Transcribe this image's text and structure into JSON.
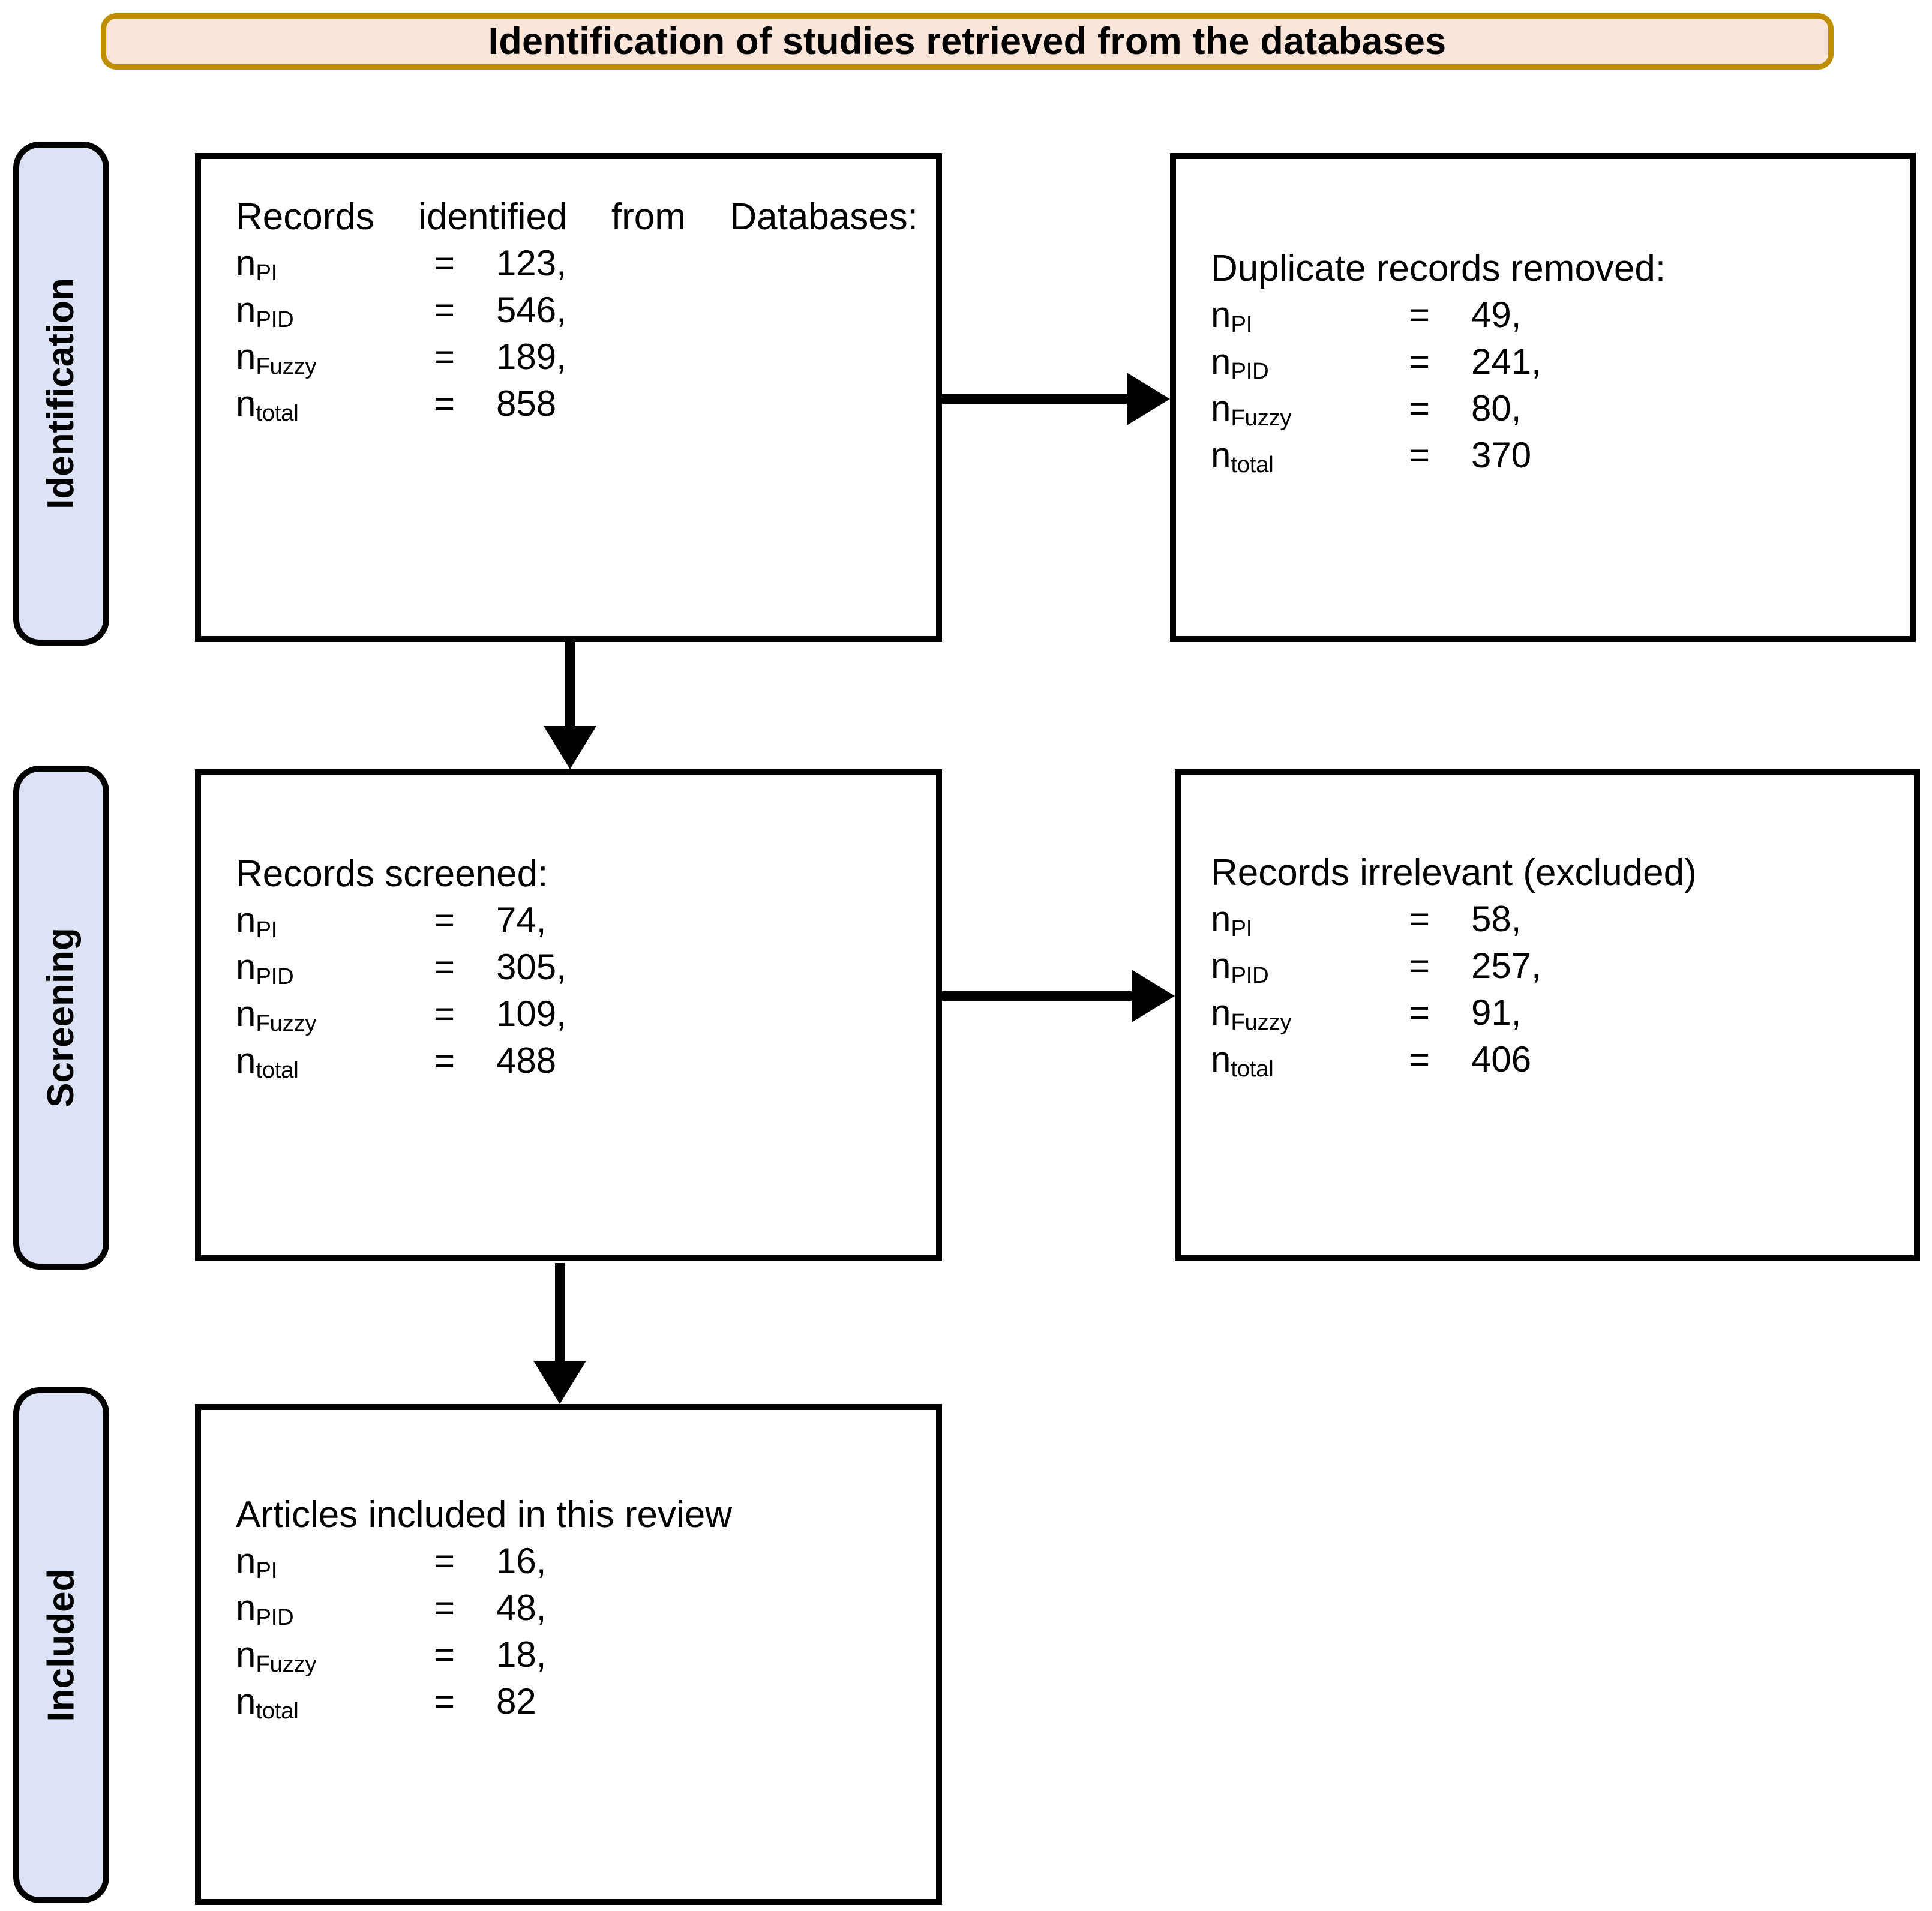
{
  "header": {
    "title": "Identification of studies retrieved from the databases",
    "fill_color": "#fbe4d8",
    "border_color": "#bf8f00"
  },
  "stage_labels": {
    "fill_color": "#dce3f7",
    "border_color": "#000000",
    "items": [
      {
        "id": "identification",
        "label": "Identification"
      },
      {
        "id": "screening",
        "label": "Screening"
      },
      {
        "id": "included",
        "label": "Included"
      }
    ]
  },
  "boxes": {
    "identified": {
      "title": "Records identified from Databases:",
      "rows": [
        {
          "label": "n",
          "sub": "PI",
          "eq": "=",
          "value": "123,"
        },
        {
          "label": "n",
          "sub": "PID",
          "eq": "=",
          "value": "546,"
        },
        {
          "label": "n",
          "sub": "Fuzzy",
          "eq": "=",
          "value": "189,"
        },
        {
          "label": "n",
          "sub": "total",
          "eq": "=",
          "value": "858"
        }
      ]
    },
    "duplicates": {
      "title": "Duplicate records removed:",
      "rows": [
        {
          "label": "n",
          "sub": "PI",
          "eq": "=",
          "value": "49,"
        },
        {
          "label": "n",
          "sub": "PID",
          "eq": "=",
          "value": "241,"
        },
        {
          "label": "n",
          "sub": "Fuzzy",
          "eq": "=",
          "value": "80,"
        },
        {
          "label": "n",
          "sub": "total",
          "eq": "=",
          "value": "370"
        }
      ]
    },
    "screened": {
      "title": "Records screened:",
      "rows": [
        {
          "label": "n",
          "sub": "PI",
          "eq": "=",
          "value": "74,"
        },
        {
          "label": "n",
          "sub": "PID",
          "eq": "=",
          "value": "305,"
        },
        {
          "label": "n",
          "sub": "Fuzzy",
          "eq": "=",
          "value": "109,"
        },
        {
          "label": "n",
          "sub": "total",
          "eq": "=",
          "value": "488"
        }
      ]
    },
    "excluded": {
      "title": "Records irrelevant (excluded)",
      "rows": [
        {
          "label": "n",
          "sub": "PI",
          "eq": "=",
          "value": "58,"
        },
        {
          "label": "n",
          "sub": "PID",
          "eq": "=",
          "value": "257,"
        },
        {
          "label": "n",
          "sub": "Fuzzy",
          "eq": "=",
          "value": "91,"
        },
        {
          "label": "n",
          "sub": "total",
          "eq": "=",
          "value": "406"
        }
      ]
    },
    "included": {
      "title": "Articles included in this review",
      "rows": [
        {
          "label": "n",
          "sub": "PI",
          "eq": "=",
          "value": "16,"
        },
        {
          "label": "n",
          "sub": "PID",
          "eq": "=",
          "value": "48,"
        },
        {
          "label": "n",
          "sub": "Fuzzy",
          "eq": "=",
          "value": "18,"
        },
        {
          "label": "n",
          "sub": "total",
          "eq": "=",
          "value": "82"
        }
      ]
    }
  },
  "chart_data": {
    "type": "diagram",
    "title": "Identification of studies retrieved from the databases",
    "subtype": "prisma-flow",
    "stages": [
      "Identification",
      "Screening",
      "Included"
    ],
    "series_keys": [
      "PI",
      "PID",
      "Fuzzy",
      "total"
    ],
    "nodes": [
      {
        "id": "identified",
        "stage": "Identification",
        "label": "Records identified from Databases:",
        "PI": 123,
        "PID": 546,
        "Fuzzy": 189,
        "total": 858
      },
      {
        "id": "duplicates",
        "stage": "Identification",
        "label": "Duplicate records removed:",
        "PI": 49,
        "PID": 241,
        "Fuzzy": 80,
        "total": 370
      },
      {
        "id": "screened",
        "stage": "Screening",
        "label": "Records screened:",
        "PI": 74,
        "PID": 305,
        "Fuzzy": 109,
        "total": 488
      },
      {
        "id": "excluded",
        "stage": "Screening",
        "label": "Records irrelevant (excluded)",
        "PI": 58,
        "PID": 257,
        "Fuzzy": 91,
        "total": 406
      },
      {
        "id": "included",
        "stage": "Included",
        "label": "Articles included in this review",
        "PI": 16,
        "PID": 48,
        "Fuzzy": 18,
        "total": 82
      }
    ],
    "edges": [
      {
        "from": "identified",
        "to": "duplicates",
        "direction": "right"
      },
      {
        "from": "identified",
        "to": "screened",
        "direction": "down"
      },
      {
        "from": "screened",
        "to": "excluded",
        "direction": "right"
      },
      {
        "from": "screened",
        "to": "included",
        "direction": "down"
      }
    ]
  }
}
